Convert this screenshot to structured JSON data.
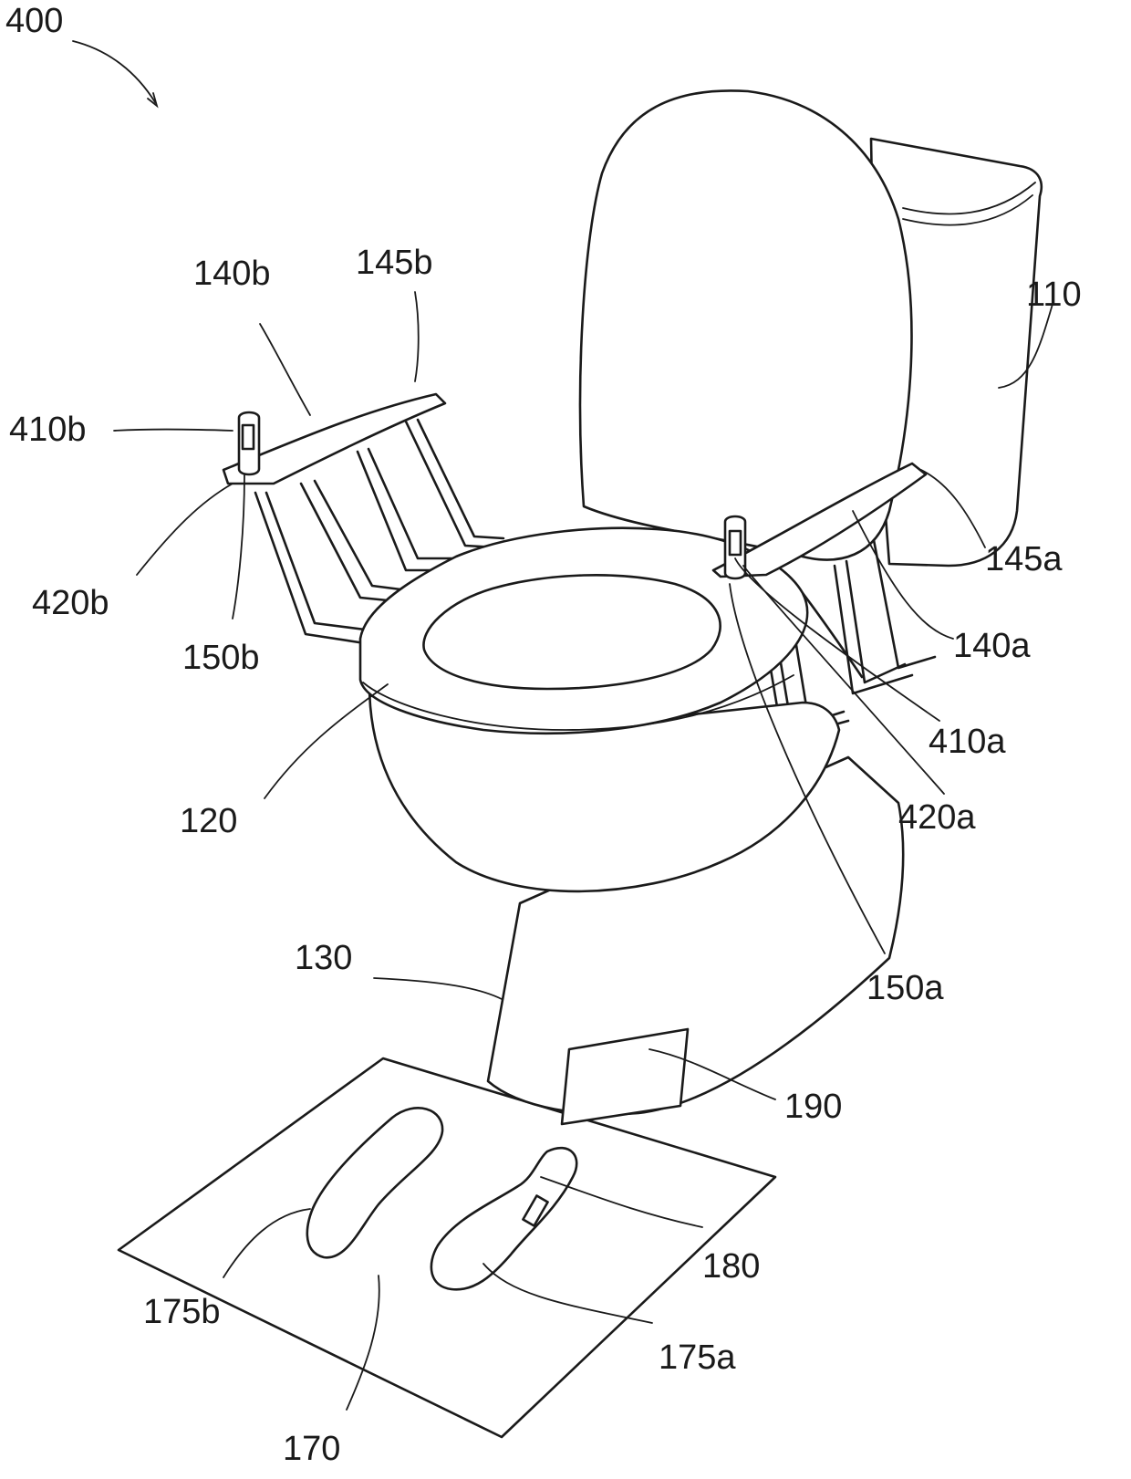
{
  "labels": {
    "fig": "400",
    "tank": "110",
    "seat": "120",
    "pedestal": "130",
    "armrest_a": "140a",
    "armrest_b": "140b",
    "armrest_end_a": "145a",
    "armrest_end_b": "145b",
    "support_a": "150a",
    "support_b": "150b",
    "mat": "170",
    "foot_a": "175a",
    "foot_b": "175b",
    "foot_sensor": "180",
    "pedestal_panel": "190",
    "handle_a": "410a",
    "handle_b": "410b",
    "base_a": "420a",
    "base_b": "420b"
  }
}
